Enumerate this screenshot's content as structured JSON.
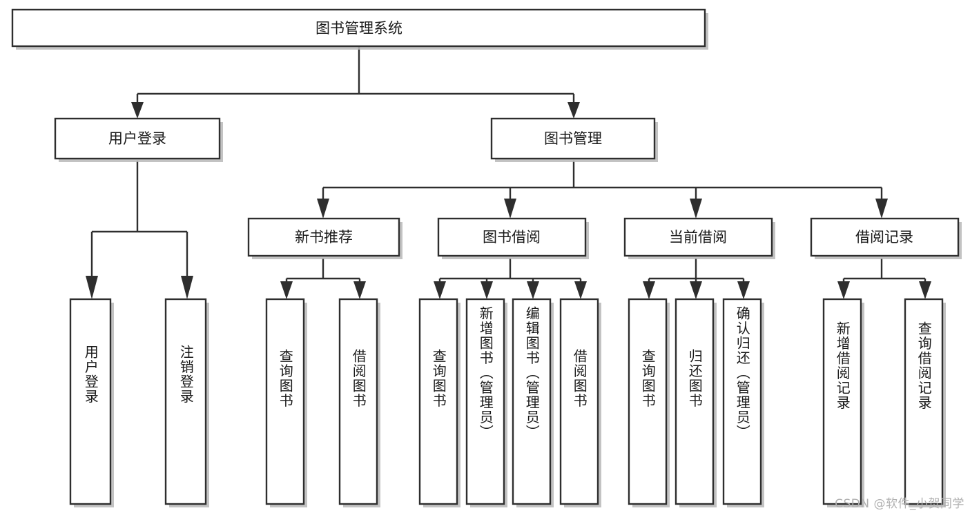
{
  "diagram": {
    "type": "tree-hierarchy",
    "title": "图书管理系统",
    "watermark": "CSDN @软件_小贺同学",
    "colors": {
      "box_border": "#2e2e2e",
      "box_fill": "#ffffff",
      "connector": "#2e2e2e",
      "text": "#1a1a1a",
      "watermark": "#b0b0b0",
      "background": "#ffffff"
    },
    "root": {
      "label": "图书管理系统",
      "orientation": "horizontal"
    },
    "level2": [
      {
        "label": "用户登录",
        "orientation": "horizontal"
      },
      {
        "label": "图书管理",
        "orientation": "horizontal"
      }
    ],
    "level3": [
      {
        "label": "新书推荐",
        "orientation": "horizontal",
        "parent": "图书管理"
      },
      {
        "label": "图书借阅",
        "orientation": "horizontal",
        "parent": "图书管理"
      },
      {
        "label": "当前借阅",
        "orientation": "horizontal",
        "parent": "图书管理"
      },
      {
        "label": "借阅记录",
        "orientation": "horizontal",
        "parent": "图书管理"
      }
    ],
    "leaves": {
      "用户登录": [
        {
          "label": "用户登录",
          "orientation": "vertical"
        },
        {
          "label": "注销登录",
          "orientation": "vertical"
        }
      ],
      "新书推荐": [
        {
          "label": "查询图书",
          "orientation": "vertical"
        },
        {
          "label": "借阅图书",
          "orientation": "vertical"
        }
      ],
      "图书借阅": [
        {
          "label": "查询图书",
          "orientation": "vertical"
        },
        {
          "label": "新增图书（管理员）",
          "orientation": "vertical"
        },
        {
          "label": "编辑图书（管理员）",
          "orientation": "vertical"
        },
        {
          "label": "借阅图书",
          "orientation": "vertical"
        }
      ],
      "当前借阅": [
        {
          "label": "查询图书",
          "orientation": "vertical"
        },
        {
          "label": "归还图书",
          "orientation": "vertical"
        },
        {
          "label": "确认归还（管理员）",
          "orientation": "vertical"
        }
      ],
      "借阅记录": [
        {
          "label": "新增借阅记录",
          "orientation": "vertical"
        },
        {
          "label": "查询借阅记录",
          "orientation": "vertical"
        }
      ]
    },
    "flat_labels": {
      "root": "图书管理系统",
      "n_user_login": "用户登录",
      "n_book_mgmt": "图书管理",
      "n_new_book_rec": "新书推荐",
      "n_book_borrow": "图书借阅",
      "n_current_borrow": "当前借阅",
      "n_borrow_record": "借阅记录",
      "l_user_login": "用户登录",
      "l_logout": "注销登录",
      "l_rec_query_book": "查询图书",
      "l_rec_borrow_book": "借阅图书",
      "l_bb_query_book": "查询图书",
      "l_bb_add_book": "新增图书（管理员）",
      "l_bb_edit_book": "编辑图书（管理员）",
      "l_bb_borrow_book": "借阅图书",
      "l_cb_query_book": "查询图书",
      "l_cb_return_book": "归还图书",
      "l_cb_confirm_return": "确认归还（管理员）",
      "l_br_add_record": "新增借阅记录",
      "l_br_query_record": "查询借阅记录"
    }
  }
}
